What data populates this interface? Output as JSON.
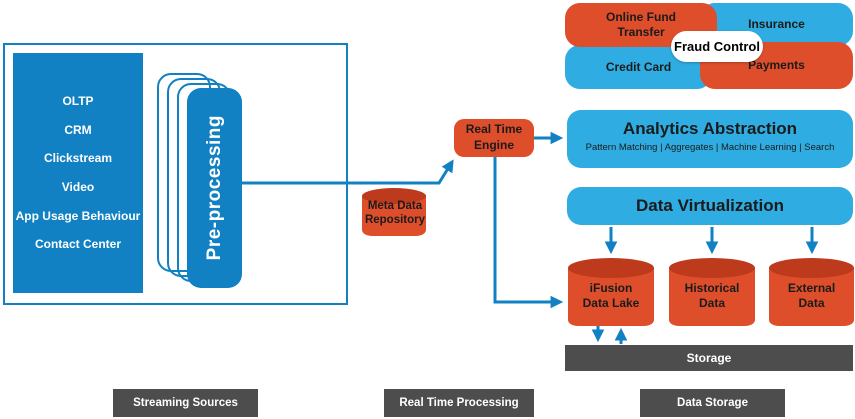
{
  "colors": {
    "deep_blue": "#1181C3",
    "light_blue": "#2FACE1",
    "orange": "#DE4E2B",
    "orange_dark": "#BE3A1C",
    "gray": "#4D4D4D",
    "text_dark": "#1B1B1B"
  },
  "streaming": {
    "section_label": "Streaming Sources",
    "sources": [
      "OLTP",
      "CRM",
      "Clickstream",
      "Video",
      "App Usage Behaviour",
      "Contact Center"
    ],
    "preprocessing": "Pre-processing"
  },
  "realtime": {
    "section_label": "Real Time Processing",
    "engine": "Real Time Engine",
    "meta_repository": "Meta Data Repository"
  },
  "fraud": {
    "center": "Fraud Control",
    "online_fund_transfer": "Online Fund Transfer",
    "insurance": "Insurance",
    "credit_card": "Credit Card",
    "payments": "Payments"
  },
  "analytics": {
    "title": "Analytics Abstraction",
    "subtitle": "Pattern Matching | Aggregates | Machine Learning | Search"
  },
  "virtualization": {
    "title": "Data Virtualization"
  },
  "storage": {
    "section_label": "Data Storage",
    "cylinders": [
      "iFusion Data Lake",
      "Historical Data",
      "External Data"
    ],
    "bar": "Storage"
  }
}
